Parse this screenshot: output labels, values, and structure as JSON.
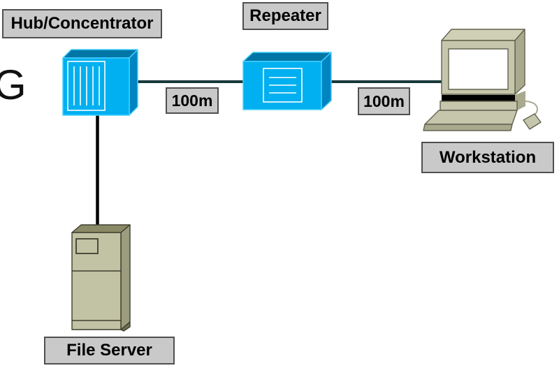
{
  "page": {
    "background": "#FFFFFF",
    "clipped_heading_fragment": "G"
  },
  "diagram": {
    "nodes": [
      {
        "id": "hub",
        "type": "hub",
        "label": "Hub/Concentrator"
      },
      {
        "id": "repeater",
        "type": "repeater",
        "label": "Repeater"
      },
      {
        "id": "workstation",
        "type": "workstation",
        "label": "Workstation"
      },
      {
        "id": "file-server",
        "type": "server",
        "label": "File Server"
      }
    ],
    "links": [
      {
        "from": "hub",
        "to": "repeater",
        "label": "100m"
      },
      {
        "from": "repeater",
        "to": "workstation",
        "label": "100m"
      },
      {
        "from": "hub",
        "to": "file-server",
        "label": ""
      }
    ]
  },
  "colors": {
    "device_front": "#00B0F0",
    "device_top": "#0076A6",
    "device_side": "#0084C2",
    "device_edge": "#45D0FF",
    "cable_horizontal": "#17393A",
    "cable_vertical": "#000000",
    "label_bg": "#C9C9C9",
    "label_border": "#4F4F4F",
    "label_text": "#000000",
    "beige": "#C6C6AC",
    "beige_light": "#CFCFB6",
    "beige_dark": "#A9A98E",
    "server_front": "#C2C2A4",
    "server_side": "#9C9C7E",
    "server_top": "#8A8A66",
    "server_shadow": "#6E6E54",
    "screen": "#FFFFFF"
  }
}
